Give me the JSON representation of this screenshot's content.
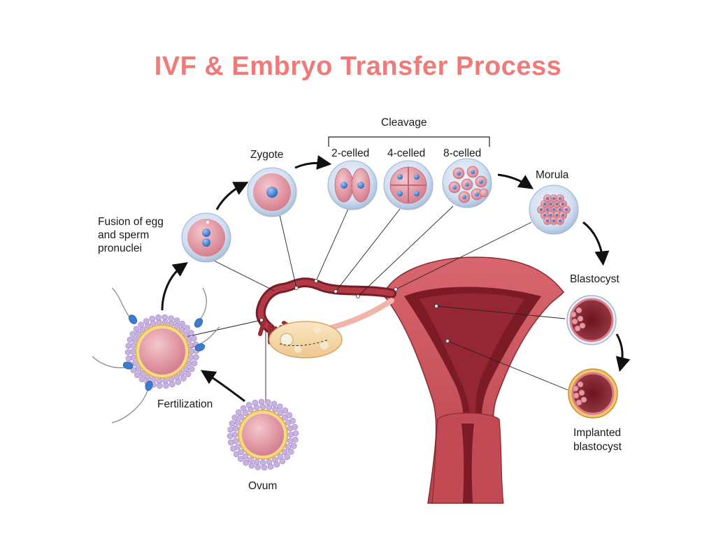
{
  "title": "IVF & Embryo Transfer Process",
  "colors": {
    "title": "#f07a78",
    "tissue_dark": "#7e1d25",
    "tissue_mid": "#c4434d",
    "tissue_light": "#e08088",
    "cell_halo": "#c9d9ee",
    "cell_body": "#e39aa6",
    "nucleus": "#4a86d6",
    "corona": "#b9a2d8"
  },
  "labels": {
    "cleavage": "Cleavage",
    "zygote": "Zygote",
    "two_celled": "2-celled",
    "four_celled": "4-celled",
    "eight_celled": "8-celled",
    "morula": "Morula",
    "fusion_line1": "Fusion of egg",
    "fusion_line2": "and sperm",
    "fusion_line3": "pronuclei",
    "blastocyst": "Blastocyst",
    "implanted_line1": "Implanted",
    "implanted_line2": "blastocyst",
    "fertilization": "Fertilization",
    "ovum": "Ovum"
  },
  "icons": [
    "ovum-icon",
    "fertilized-egg-icon",
    "sperm-icon",
    "pronuclei-icon",
    "zygote-icon",
    "two-cell-embryo-icon",
    "four-cell-embryo-icon",
    "eight-cell-embryo-icon",
    "morula-icon",
    "blastocyst-icon",
    "implanted-blastocyst-icon",
    "uterus-icon",
    "fallopian-tube-icon",
    "ovary-icon",
    "arrow-icon"
  ]
}
